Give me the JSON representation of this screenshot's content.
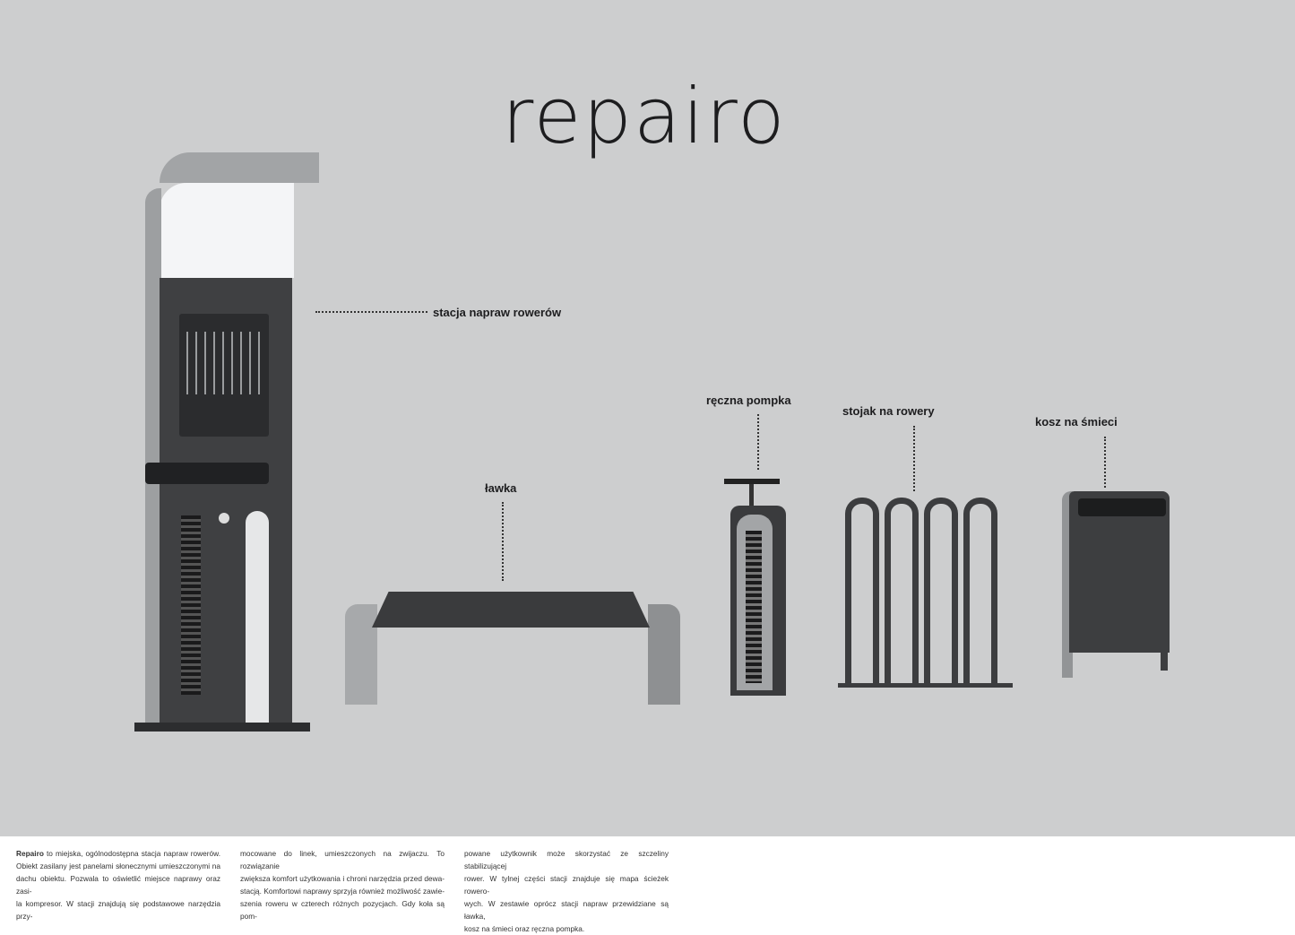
{
  "title": "repairo",
  "labels": {
    "station": "stacja napraw rowerów",
    "bench": "ławka",
    "pump": "ręczna pompka",
    "rack": "stojak na rowery",
    "bin": "kosz na śmieci"
  },
  "description": {
    "brand": "Repairo",
    "col1": [
      "to miejska, ogólnodostępna stacja napraw rowerów.",
      "Obiekt zasilany jest panelami słonecznymi umieszczonymi na",
      "dachu obiektu. Pozwala to oświetlić miejsce naprawy oraz zasi-",
      "la kompresor. W stacji znajdują się podstawowe narzędzia przy-"
    ],
    "col2": [
      "mocowane do linek, umieszczonych na zwijaczu. To rozwiązanie",
      "zwiększa komfort użytkowania i chroni narzędzia przed dewa-",
      "stacją. Komfortowi naprawy sprzyja również możliwość zawie-",
      "szenia roweru w czterech różnych pozycjach. Gdy koła są pom-"
    ],
    "col3": [
      "powane użytkownik może skorzystać ze szczeliny stabilizującej",
      "rower. W tylnej części stacji znajduje się mapa ścieżek rowero-",
      "wych. W zestawie oprócz stacji napraw przewidziane są ławka,",
      "kosz na śmieci oraz ręczna pompka."
    ]
  }
}
